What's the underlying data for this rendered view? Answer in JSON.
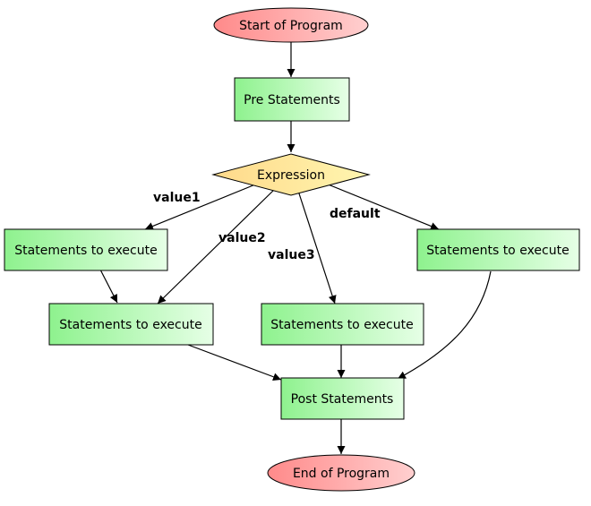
{
  "nodes": {
    "start": {
      "label": "Start of Program",
      "kind": "terminal"
    },
    "pre": {
      "label": "Pre Statements",
      "kind": "process"
    },
    "expression": {
      "label": "Expression",
      "kind": "decision"
    },
    "case1": {
      "label": "Statements to execute",
      "kind": "process"
    },
    "case2": {
      "label": "Statements to execute",
      "kind": "process"
    },
    "case3": {
      "label": "Statements to execute",
      "kind": "process"
    },
    "case_default": {
      "label": "Statements to execute",
      "kind": "process"
    },
    "post": {
      "label": "Post Statements",
      "kind": "process"
    },
    "end": {
      "label": "End of Program",
      "kind": "terminal"
    }
  },
  "edge_labels": {
    "value1": "value1",
    "value2": "value2",
    "value3": "value3",
    "default": "default"
  },
  "colors": {
    "terminal_start": "#ff8a8a",
    "terminal_end": "#ffcfcf",
    "process_start": "#8ef28e",
    "process_end": "#e6ffe6",
    "decision_start": "#ffd98a",
    "decision_end": "#fff6b0"
  }
}
